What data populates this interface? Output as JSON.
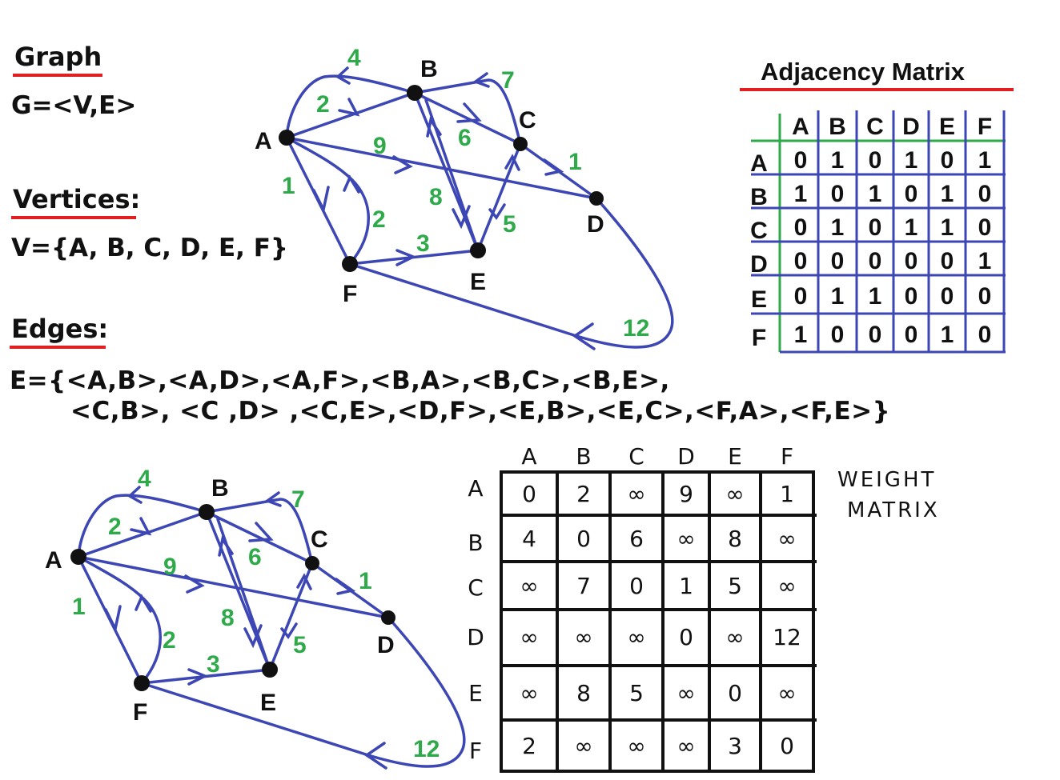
{
  "graph_section": {
    "title": "Graph",
    "definition": "G=<V,E>"
  },
  "vertices_section": {
    "title": "Vertices:",
    "definition": "V={A, B, C, D, E, F}"
  },
  "edges_section": {
    "title": "Edges:",
    "line1": "E={<A,B>,<A,D>,<A,F>,<B,A>,<B,C>,<B,E>,",
    "line2": "<C,B>, <C ,D> ,<C,E>,<D,F>,<E,B>,<E,C>,<F,A>,<F,E>}"
  },
  "node_labels": [
    "A",
    "B",
    "C",
    "D",
    "E",
    "F"
  ],
  "edge_weights": {
    "AB": "2",
    "BA": "4",
    "AD": "9",
    "AF": "1",
    "FA": "2",
    "BC": "6",
    "CB": "7",
    "BE": "8",
    "CD": "1",
    "EC": "5",
    "FE": "3",
    "DF": "12"
  },
  "adjacency_matrix": {
    "title": "Adjacency Matrix",
    "columns": [
      "A",
      "B",
      "C",
      "D",
      "E",
      "F"
    ],
    "rows": [
      "A",
      "B",
      "C",
      "D",
      "E",
      "F"
    ],
    "values": [
      [
        "0",
        "1",
        "0",
        "1",
        "0",
        "1"
      ],
      [
        "1",
        "0",
        "1",
        "0",
        "1",
        "0"
      ],
      [
        "0",
        "1",
        "0",
        "1",
        "1",
        "0"
      ],
      [
        "0",
        "0",
        "0",
        "0",
        "0",
        "1"
      ],
      [
        "0",
        "1",
        "1",
        "0",
        "0",
        "0"
      ],
      [
        "1",
        "0",
        "0",
        "0",
        "1",
        "0"
      ]
    ]
  },
  "weight_matrix": {
    "title_line1": "WEIGHT",
    "title_line2": "MATRIX",
    "columns": [
      "A",
      "B",
      "C",
      "D",
      "E",
      "F"
    ],
    "rows": [
      "A",
      "B",
      "C",
      "D",
      "E",
      "F"
    ],
    "values": [
      [
        "0",
        "2",
        "∞",
        "9",
        "∞",
        "1"
      ],
      [
        "4",
        "0",
        "6",
        "∞",
        "8",
        "∞"
      ],
      [
        "∞",
        "7",
        "0",
        "1",
        "5",
        "∞"
      ],
      [
        "∞",
        "∞",
        "∞",
        "0",
        "∞",
        "12"
      ],
      [
        "∞",
        "8",
        "5",
        "∞",
        "0",
        "∞"
      ],
      [
        "2",
        "∞",
        "∞",
        "∞",
        "3",
        "0"
      ]
    ]
  },
  "colors": {
    "edge": "#3c46b4",
    "weight": "#2eaa4a",
    "grid": "#3c46b4",
    "accent": "#2eaa4a",
    "underline": "#e02020"
  }
}
